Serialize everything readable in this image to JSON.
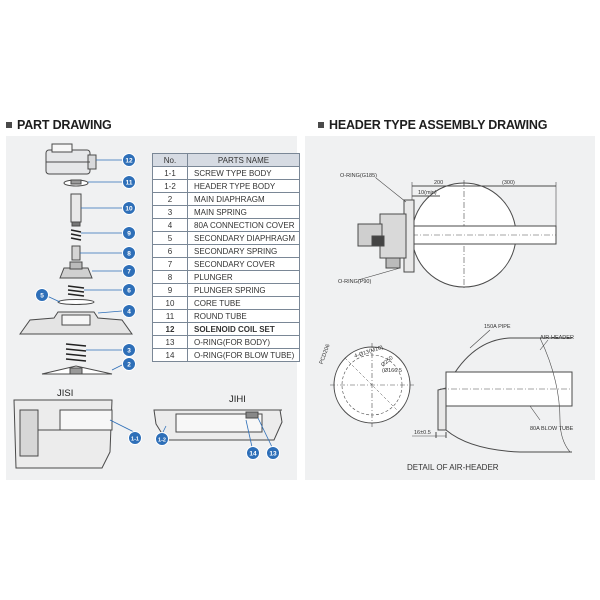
{
  "left_section": {
    "title": "PART DRAWING",
    "table": {
      "headers": [
        "No.",
        "PARTS NAME"
      ],
      "rows": [
        {
          "no": "1-1",
          "name": "SCREW TYPE BODY"
        },
        {
          "no": "1-2",
          "name": "HEADER TYPE BODY"
        },
        {
          "no": "2",
          "name": "MAIN DIAPHRAGM"
        },
        {
          "no": "3",
          "name": "MAIN SPRING"
        },
        {
          "no": "4",
          "name": "80A CONNECTION COVER"
        },
        {
          "no": "5",
          "name": "SECONDARY DIAPHRAGM"
        },
        {
          "no": "6",
          "name": "SECONDARY SPRING"
        },
        {
          "no": "7",
          "name": "SECONDARY COVER"
        },
        {
          "no": "8",
          "name": "PLUNGER"
        },
        {
          "no": "9",
          "name": "PLUNGER SPRING"
        },
        {
          "no": "10",
          "name": "CORE TUBE"
        },
        {
          "no": "11",
          "name": "ROUND TUBE"
        },
        {
          "no": "12",
          "name": "SOLENOID COIL SET"
        },
        {
          "no": "13",
          "name": "O-RING(FOR BODY)"
        },
        {
          "no": "14",
          "name": "O-RING(FOR BLOW TUBE)"
        }
      ]
    },
    "drawing": {
      "label_jisi": "JISI",
      "label_jihi": "JIHI",
      "callouts": [
        "12",
        "11",
        "10",
        "9",
        "8",
        "7",
        "6",
        "5",
        "4",
        "3",
        "2",
        "1-1",
        "1-2",
        "14",
        "13"
      ]
    }
  },
  "right_section": {
    "title": "HEADER TYPE ASSEMBLY DRAWING",
    "top_drawing": {
      "oring_top": "O-RING(G185)",
      "dim_200": "200",
      "dim_300": "(300)",
      "dim_10min": "10(min)",
      "oring_bottom": "O-RING(P90)"
    },
    "detail_drawing": {
      "pipe_label": "150A PIPE",
      "air_header": "AIR-HEADER",
      "pcd": "PCD206",
      "dim_holes": "4-Ø13(M10)",
      "dim_250": "Ø250",
      "dim_1665": "(Ø166.5",
      "blow_tube": "80A BLOW TUBE",
      "dim_16": "16±0.5",
      "caption": "DETAIL OF AIR-HEADER"
    }
  },
  "colors": {
    "panel_bg": "#f0f1f2",
    "callout_blue": "#2e6fb8",
    "table_header": "#d6dbe3",
    "line": "#4a4a4a"
  }
}
